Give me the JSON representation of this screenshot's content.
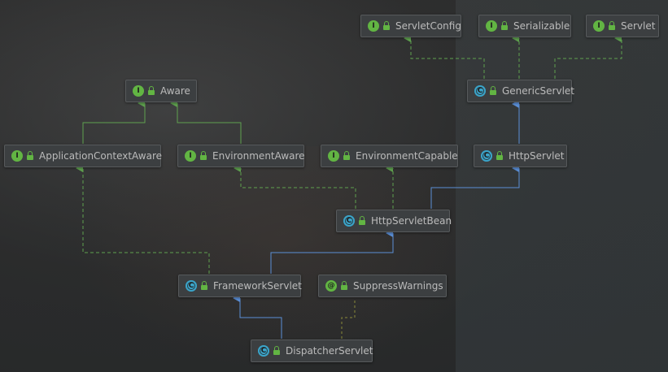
{
  "nodes": {
    "servlet_config": {
      "label": "ServletConfig",
      "kind": "I"
    },
    "serializable": {
      "label": "Serializable",
      "kind": "I"
    },
    "servlet": {
      "label": "Servlet",
      "kind": "I"
    },
    "generic_servlet": {
      "label": "GenericServlet",
      "kind": "C"
    },
    "aware": {
      "label": "Aware",
      "kind": "I"
    },
    "application_context_aware": {
      "label": "ApplicationContextAware",
      "kind": "I"
    },
    "environment_aware": {
      "label": "EnvironmentAware",
      "kind": "I"
    },
    "environment_capable": {
      "label": "EnvironmentCapable",
      "kind": "I"
    },
    "http_servlet": {
      "label": "HttpServlet",
      "kind": "C"
    },
    "http_servlet_bean": {
      "label": "HttpServletBean",
      "kind": "C"
    },
    "framework_servlet": {
      "label": "FrameworkServlet",
      "kind": "C"
    },
    "suppress_warnings": {
      "label": "SuppressWarnings",
      "kind": "@"
    },
    "dispatcher_servlet": {
      "label": "DispatcherServlet",
      "kind": "C"
    }
  },
  "edge_colors": {
    "extends": "#5b8fd6",
    "implements": "#5fa14f"
  }
}
